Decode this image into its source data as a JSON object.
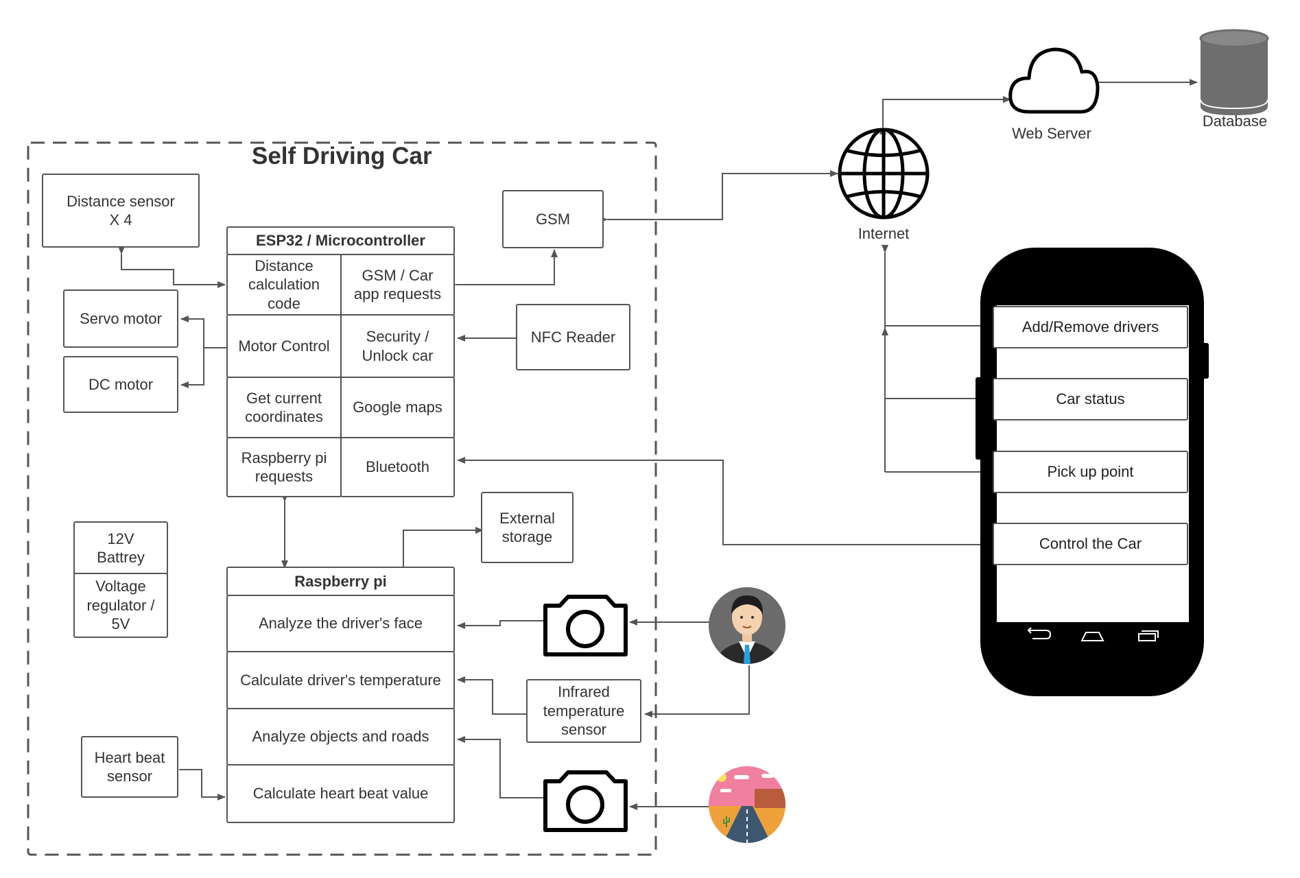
{
  "container": {
    "title": "Self Driving Car"
  },
  "sensors": {
    "distance_sensor": "Distance sensor\nX 4",
    "servo_motor": "Servo motor",
    "dc_motor": "DC motor",
    "gsm": "GSM",
    "nfc_reader": "NFC Reader",
    "external_storage": "External\nstorage",
    "battery": "12V\nBattrey",
    "voltage_regulator": "Voltage\nregulator /\n5V",
    "heart_beat_sensor": "Heart beat\nsensor",
    "infrared_sensor": "Infrared\ntemperature\nsensor"
  },
  "esp32": {
    "title": "ESP32 / Microcontroller",
    "cells": [
      "Distance\ncalculation\ncode",
      "GSM / Car\napp requests",
      "Motor Control",
      "Security /\nUnlock car",
      "Get current\ncoordinates",
      "Google maps",
      "Raspberry pi\nrequests",
      "Bluetooth"
    ]
  },
  "raspberry": {
    "title": "Raspberry pi",
    "cells": [
      "Analyze the driver's face",
      "Calculate driver's temperature",
      "Analyze objects and roads",
      "Calculate heart beat value"
    ]
  },
  "network": {
    "internet": "Internet",
    "web_server": "Web Server",
    "database": "Database"
  },
  "phone": {
    "buttons": [
      "Add/Remove drivers",
      "Car status",
      "Pick up point",
      "Control the Car"
    ]
  },
  "icons": {
    "camera": "camera-icon",
    "globe": "globe-icon",
    "cloud": "cloud-icon",
    "database": "database-icon",
    "driver": "driver-avatar-icon",
    "road": "road-scene-icon"
  },
  "colors": {
    "line": "#555555",
    "phone_body": "#000000",
    "database_fill": "#6e6e6e",
    "driver_bg": "#6b6b6b",
    "road_sky": "#f17fa0",
    "road_ground": "#f0a03a",
    "road_asphalt": "#3d5770"
  }
}
